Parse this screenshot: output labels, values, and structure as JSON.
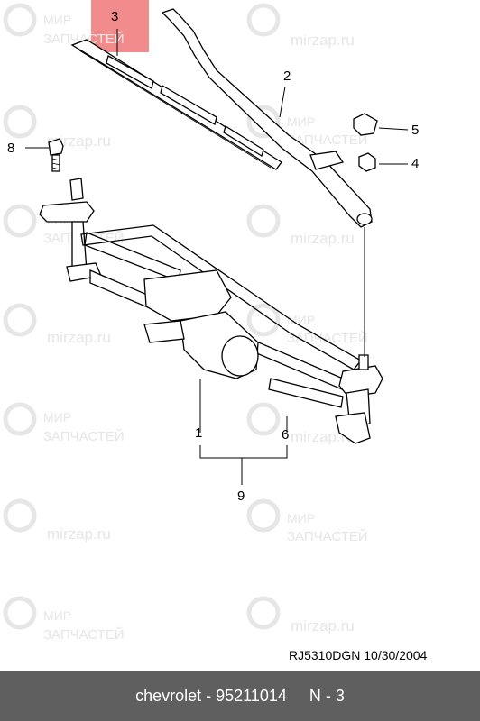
{
  "watermarks": {
    "brand_ru_line1": "МИР",
    "brand_ru_line2": "ЗАПЧАСТЕЙ",
    "brand_domain": "mirzap.ru"
  },
  "callouts": [
    {
      "id": "1",
      "label": "1"
    },
    {
      "id": "2",
      "label": "2"
    },
    {
      "id": "3",
      "label": "3"
    },
    {
      "id": "4",
      "label": "4"
    },
    {
      "id": "5",
      "label": "5"
    },
    {
      "id": "6",
      "label": "6"
    },
    {
      "id": "8",
      "label": "8"
    },
    {
      "id": "9",
      "label": "9"
    }
  ],
  "highlighted_part": "3",
  "reference": "RJ5310DGN  10/30/2004",
  "footer": {
    "brand": "chevrolet",
    "separator1": " - ",
    "part_number": "95211014",
    "separator2": "     ",
    "diagram_ref": "N - 3"
  },
  "colors": {
    "highlight": "#f28b8b",
    "footer_bg": "#5f5f5f",
    "watermark": "#e6e6e6"
  }
}
